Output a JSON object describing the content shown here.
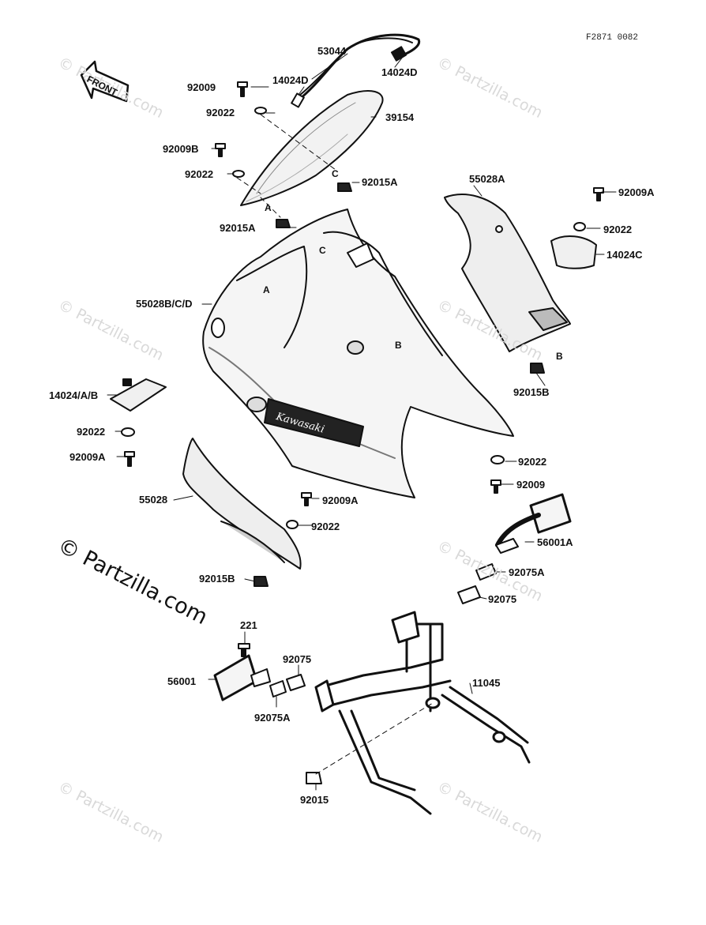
{
  "diagram": {
    "figure_code": "F2871 0082",
    "front_label": "FRONT",
    "brand_text": "Kawasaki",
    "watermark": "© Partzilla.com",
    "watermark_main": "© Partzilla.com",
    "refs": [
      "A",
      "A",
      "B",
      "B",
      "C",
      "C"
    ],
    "labels": {
      "p53044": "53044",
      "p14024D_left": "14024D",
      "p14024D_right": "14024D",
      "p92009_top": "92009",
      "p92022_a": "92022",
      "p39154": "39154",
      "p92009B": "92009B",
      "p92022_b": "92022",
      "p92015A_a": "92015A",
      "p92015A_b": "92015A",
      "p55028A": "55028A",
      "p92009A_r": "92009A",
      "p92022_r": "92022",
      "p14024C": "14024C",
      "p55028BCD": "55028B/C/D",
      "p92015B_r": "92015B",
      "p14024AB": "14024/A/B",
      "p92022_l": "92022",
      "p92009A_l": "92009A",
      "p92022_mr": "92022",
      "p92009_mr": "92009",
      "p55028": "55028",
      "p92009A_m": "92009A",
      "p92022_m": "92022",
      "p56001A": "56001A",
      "p92015B_l": "92015B",
      "p92075A_r": "92075A",
      "p92075_r": "92075",
      "p221": "221",
      "p92075_l": "92075",
      "p56001": "56001",
      "p11045": "11045",
      "p92075A_l": "92075A",
      "p92015": "92015"
    }
  }
}
